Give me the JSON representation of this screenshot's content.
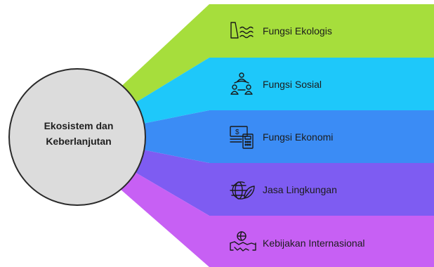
{
  "hub": {
    "line1": "Ekosistem dan",
    "line2": "Keberlanjutan"
  },
  "items": [
    {
      "label": "Fungsi Ekologis",
      "icon": "dam-water-icon",
      "color": "#A6DE3C"
    },
    {
      "label": "Fungsi Sosial",
      "icon": "people-network-icon",
      "color": "#1EC8FA"
    },
    {
      "label": "Fungsi Ekonomi",
      "icon": "money-calculator-icon",
      "color": "#3B8CF5"
    },
    {
      "label": "Jasa Lingkungan",
      "icon": "globe-leaf-icon",
      "color": "#7E5CF2"
    },
    {
      "label": "Kebijakan Internasional",
      "icon": "handshake-globe-icon",
      "color": "#C760F4"
    }
  ],
  "colors": {
    "hub_fill": "#DCDCDC",
    "hub_stroke": "#2a2a2a",
    "icon_stroke": "#1a1a1a"
  }
}
